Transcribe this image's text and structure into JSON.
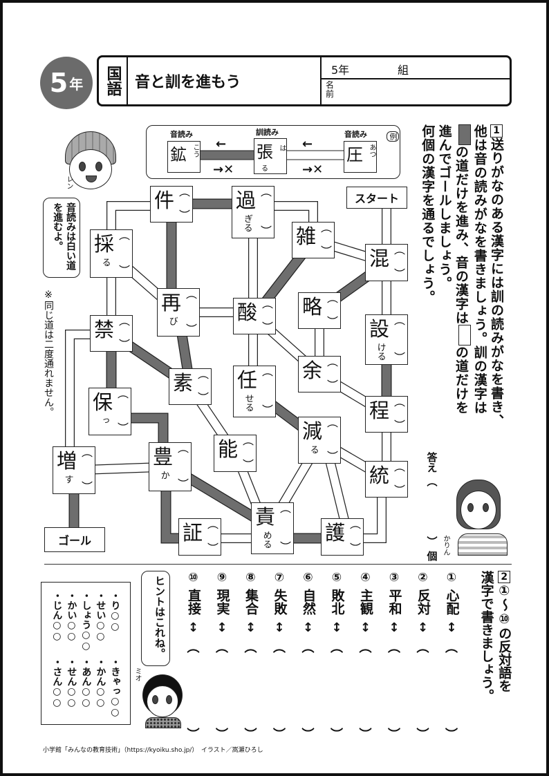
{
  "header": {
    "grade_number": "5",
    "grade_suffix": "年",
    "subject": "国語",
    "title": "音と訓を進もう",
    "class_grade": "5年",
    "class_label": "組",
    "name_label": "名前"
  },
  "section1": {
    "number": "1",
    "lines": [
      "送りがなのある漢字には訓の読みがなを書き、",
      "他は音の読みがなを書きましょう。訓の漢字は",
      "の道だけを進み、音の漢字は",
      "の道だけを",
      "進んでゴールしましょう。",
      "何個の漢字を通るでしょう。"
    ],
    "answer_label": "答え",
    "answer_open": "（",
    "answer_close": "）",
    "answer_unit": "個"
  },
  "example": {
    "label": "例",
    "nodes": [
      {
        "reading_type": "音読み",
        "kanji": "鉱",
        "reading": "こう"
      },
      {
        "reading_type": "訓読み",
        "kanji": "張",
        "reading": "は",
        "okurigana": "る"
      },
      {
        "reading_type": "音読み",
        "kanji": "圧",
        "reading": "あつ"
      }
    ],
    "arrow_left": "←",
    "arrow_blocked": "→✕"
  },
  "characters": {
    "ren": {
      "name": "レン",
      "speech": "音読みは白い道を進むよ。"
    },
    "karin": {
      "name": "かりん"
    },
    "mio": {
      "name": "ミオ",
      "speech": "ヒントはこれね。"
    }
  },
  "note": "※同じ道は二度通れません。",
  "maze": {
    "start_label": "スタート",
    "goal_label": "ゴール",
    "paren_open": "︵",
    "paren_close": "︶",
    "colors": {
      "kun_path": "#6e6e6e",
      "on_path": "#ffffff"
    },
    "nodes": [
      {
        "id": "ken",
        "kanji": "件",
        "okurigana": ""
      },
      {
        "id": "ka",
        "kanji": "過",
        "okurigana": "ぎる"
      },
      {
        "id": "zatsu",
        "kanji": "雑",
        "okurigana": ""
      },
      {
        "id": "sai",
        "kanji": "採",
        "okurigana": "る"
      },
      {
        "id": "kon",
        "kanji": "混",
        "okurigana": ""
      },
      {
        "id": "futata",
        "kanji": "再",
        "okurigana": "び"
      },
      {
        "id": "san",
        "kanji": "酸",
        "okurigana": ""
      },
      {
        "id": "ryaku",
        "kanji": "略",
        "okurigana": ""
      },
      {
        "id": "mou",
        "kanji": "設",
        "okurigana": "ける"
      },
      {
        "id": "kin",
        "kanji": "禁",
        "okurigana": ""
      },
      {
        "id": "so",
        "kanji": "素",
        "okurigana": ""
      },
      {
        "id": "maka",
        "kanji": "任",
        "okurigana": "せる"
      },
      {
        "id": "yo",
        "kanji": "余",
        "okurigana": ""
      },
      {
        "id": "tei",
        "kanji": "程",
        "okurigana": ""
      },
      {
        "id": "tamo",
        "kanji": "保",
        "okurigana": "っ"
      },
      {
        "id": "he",
        "kanji": "減",
        "okurigana": "る"
      },
      {
        "id": "nou",
        "kanji": "能",
        "okurigana": ""
      },
      {
        "id": "tou",
        "kanji": "統",
        "okurigana": ""
      },
      {
        "id": "fu",
        "kanji": "増",
        "okurigana": "す"
      },
      {
        "id": "yuta",
        "kanji": "豊",
        "okurigana": "か"
      },
      {
        "id": "se",
        "kanji": "責",
        "okurigana": "める"
      },
      {
        "id": "shou",
        "kanji": "証",
        "okurigana": ""
      },
      {
        "id": "go",
        "kanji": "護",
        "okurigana": ""
      }
    ],
    "edges": [
      [
        "start",
        "kon",
        "on"
      ],
      [
        "kon",
        "mou",
        "on"
      ],
      [
        "kon",
        "zatsu",
        "on"
      ],
      [
        "kon",
        "ryaku",
        "kun"
      ],
      [
        "mou",
        "tei",
        "kun"
      ],
      [
        "tei",
        "tou",
        "on"
      ],
      [
        "tou",
        "go",
        "on"
      ],
      [
        "yo",
        "tei",
        "on"
      ],
      [
        "he",
        "tou",
        "on"
      ],
      [
        "zatsu",
        "ka",
        "on"
      ],
      [
        "zatsu",
        "san",
        "kun"
      ],
      [
        "ka",
        "ken",
        "kun"
      ],
      [
        "ka",
        "san",
        "on"
      ],
      [
        "ken",
        "sai",
        "on"
      ],
      [
        "ken",
        "futata",
        "kun"
      ],
      [
        "sai",
        "futata",
        "on"
      ],
      [
        "sai",
        "kin",
        "on"
      ],
      [
        "futata",
        "san",
        "on"
      ],
      [
        "futata",
        "so",
        "kun"
      ],
      [
        "kin",
        "so",
        "kun"
      ],
      [
        "kin",
        "tamo",
        "kun"
      ],
      [
        "kin",
        "fu",
        "on"
      ],
      [
        "ryaku",
        "yo",
        "on"
      ],
      [
        "san",
        "yo",
        "on"
      ],
      [
        "san",
        "maka",
        "on"
      ],
      [
        "maka",
        "he",
        "kun"
      ],
      [
        "so",
        "nou",
        "on"
      ],
      [
        "nou",
        "se",
        "on"
      ],
      [
        "tamo",
        "yuta",
        "kun"
      ],
      [
        "fu",
        "yuta",
        "on"
      ],
      [
        "fu",
        "goal",
        "kun"
      ],
      [
        "yuta",
        "se",
        "kun"
      ],
      [
        "yuta",
        "shou",
        "kun"
      ],
      [
        "shou",
        "se",
        "on"
      ],
      [
        "se",
        "go",
        "kun"
      ],
      [
        "he",
        "se",
        "on"
      ],
      [
        "he",
        "go",
        "on"
      ]
    ]
  },
  "section2": {
    "number": "2",
    "instruction_lines": [
      "①〜⑩の反対語を",
      "漢字で書きましょう。"
    ],
    "arrow": "↕",
    "paren_open": "︵",
    "paren_close": "︶",
    "items": [
      {
        "num": "①",
        "word": "心配"
      },
      {
        "num": "②",
        "word": "反対"
      },
      {
        "num": "③",
        "word": "平和"
      },
      {
        "num": "④",
        "word": "主観"
      },
      {
        "num": "⑤",
        "word": "敗北"
      },
      {
        "num": "⑥",
        "word": "自然"
      },
      {
        "num": "⑦",
        "word": "失敗"
      },
      {
        "num": "⑧",
        "word": "集合"
      },
      {
        "num": "⑨",
        "word": "現実"
      },
      {
        "num": "⑩",
        "word": "直接"
      }
    ],
    "hints": [
      "・り○○",
      "・せい○○",
      "・しょう○○",
      "・かい○○",
      "・じん○○",
      "・きゃっ○○",
      "・かん○○",
      "・あん○○",
      "・せん○○",
      "・さん○○"
    ]
  },
  "footer": "小学館「みんなの教育技術」（https://kyoiku.sho.jp/）　イラスト／嵩瀬ひろし"
}
